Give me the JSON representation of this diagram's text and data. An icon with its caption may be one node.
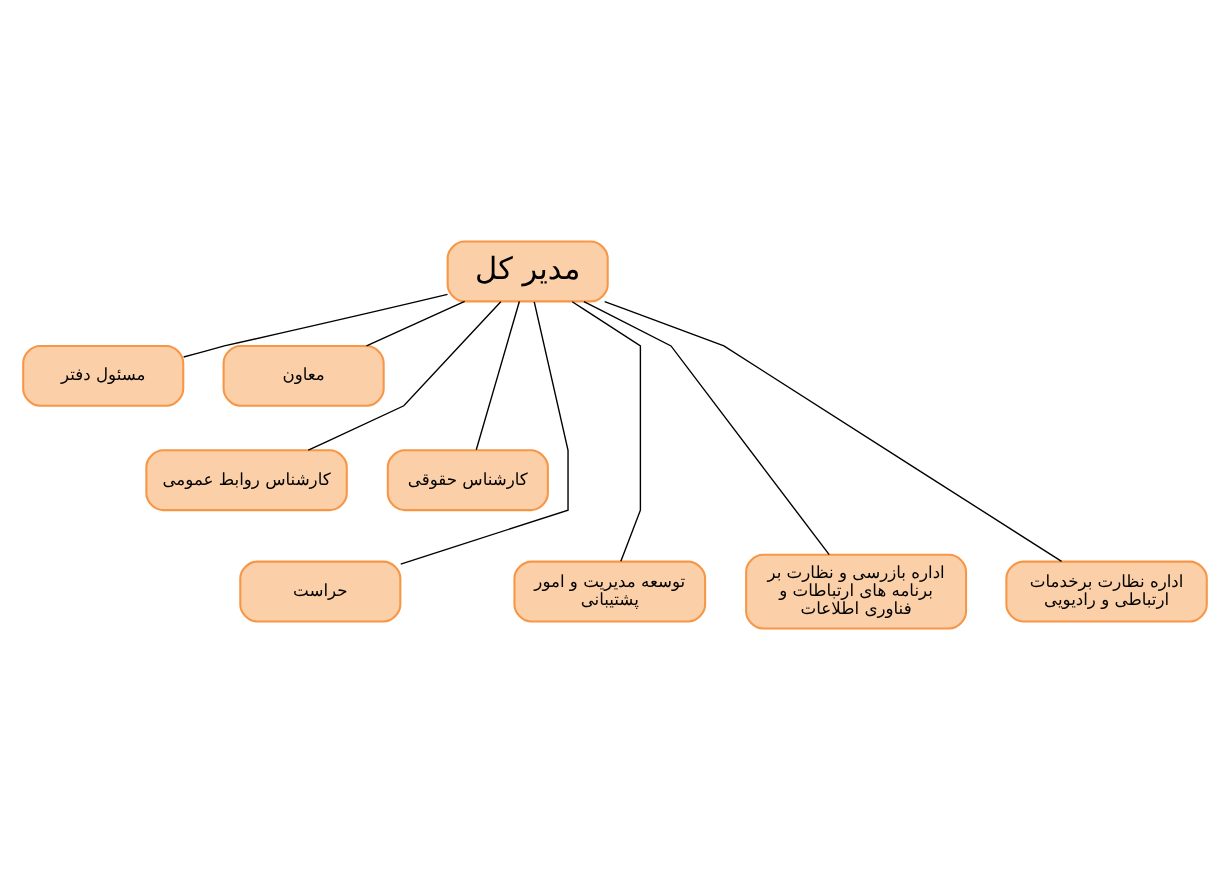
{
  "diagram": {
    "nodes": [
      {
        "text": [
          "مدیر کل"
        ]
      },
      {
        "text": [
          "مسئول دفتر"
        ]
      },
      {
        "text": [
          "معاون"
        ]
      },
      {
        "text": [
          "کارشناس روابط عمومی"
        ]
      },
      {
        "text": [
          "کارشناس حقوقی"
        ]
      },
      {
        "text": [
          "حراست"
        ]
      },
      {
        "text": [
          "توسعه مدیریت و امور پشتیبانی"
        ]
      },
      {
        "text": [
          "اداره بازرسی و نظارت بر برنامه های ارتباطات و فناوری اطلاعات"
        ]
      },
      {
        "text": [
          "اداره نظارت برخدمات ارتباطی و رادیویی"
        ]
      }
    ],
    "edges": [
      {
        "from": 0,
        "to": 1,
        "arrow": "none"
      },
      {
        "from": 0,
        "to": 2,
        "arrow": "none"
      },
      {
        "from": 0,
        "to": 3,
        "arrow": "none"
      },
      {
        "from": 0,
        "to": 4,
        "arrow": "none"
      },
      {
        "from": 0,
        "to": 5,
        "arrow": "none"
      },
      {
        "from": 0,
        "to": 6,
        "arrow": "none"
      },
      {
        "from": 0,
        "to": 7,
        "arrow": "none"
      },
      {
        "from": 0,
        "to": 8,
        "arrow": "none"
      }
    ]
  }
}
